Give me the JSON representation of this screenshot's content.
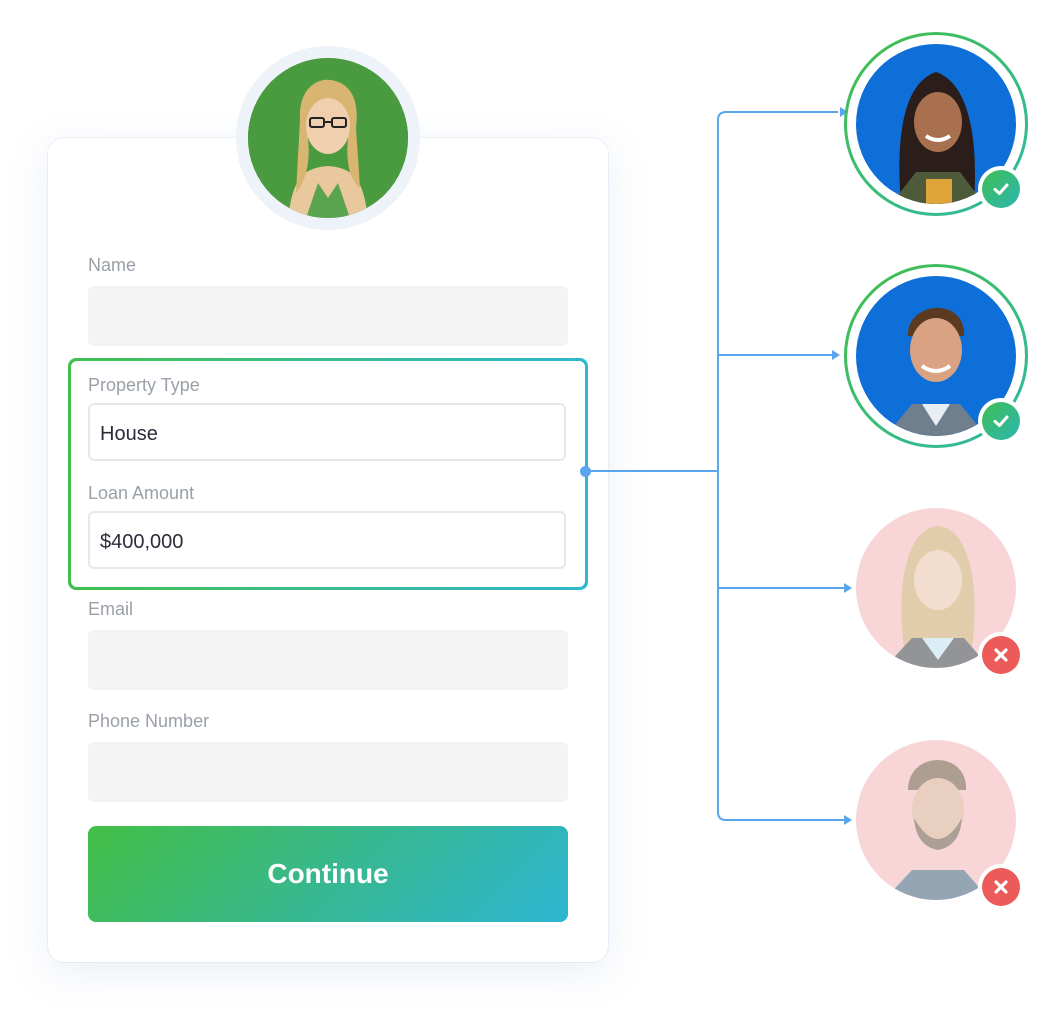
{
  "form": {
    "fields": [
      {
        "label": "Name",
        "value": ""
      },
      {
        "label": "Property Type",
        "value": "House"
      },
      {
        "label": "Loan Amount",
        "value": "$400,000"
      },
      {
        "label": "Email",
        "value": ""
      },
      {
        "label": "Phone Number",
        "value": ""
      }
    ],
    "submit_label": "Continue"
  },
  "applicant": {
    "avatar_icon": "woman-with-glasses-avatar",
    "bg_color": "#4a9a3f"
  },
  "matches": [
    {
      "avatar_icon": "woman-smiling-avatar",
      "bg_color": "#0f6fd8",
      "status": "approved",
      "status_icon": "check-icon"
    },
    {
      "avatar_icon": "man-smiling-avatar",
      "bg_color": "#0f6fd8",
      "status": "approved",
      "status_icon": "check-icon"
    },
    {
      "avatar_icon": "blonde-woman-avatar",
      "bg_color": "#f3cfd1",
      "status": "rejected",
      "status_icon": "x-icon"
    },
    {
      "avatar_icon": "bearded-man-avatar",
      "bg_color": "#f3cfd1",
      "status": "rejected",
      "status_icon": "x-icon"
    }
  ],
  "colors": {
    "accent_green": "#43bf46",
    "accent_teal": "#2db5d2",
    "connector_blue": "#5aa4f0",
    "reject_red": "#ec5a5a"
  }
}
